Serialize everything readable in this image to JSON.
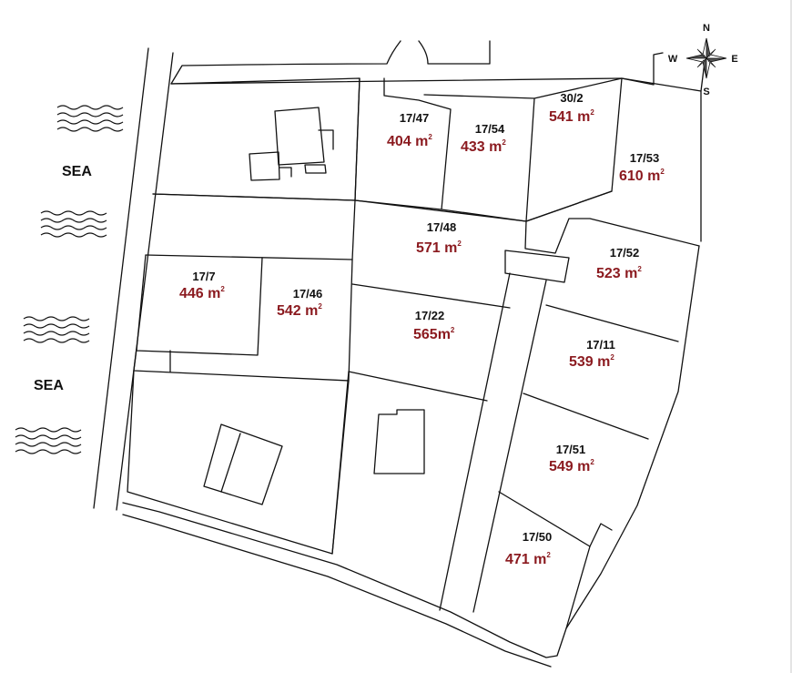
{
  "colors": {
    "area_text": "#8b1a1f",
    "lines": "#111111"
  },
  "compass": {
    "n": "N",
    "s": "S",
    "e": "E",
    "w": "W"
  },
  "sea_labels": [
    "SEA",
    "SEA"
  ],
  "parcels": [
    {
      "id": "17/47",
      "area": "404 m",
      "sup": "2"
    },
    {
      "id": "17/54",
      "area": "433 m",
      "sup": "2"
    },
    {
      "id": "30/2",
      "area": "541 m",
      "sup": "2"
    },
    {
      "id": "17/53",
      "area": "610 m",
      "sup": "2"
    },
    {
      "id": "17/48",
      "area": "571 m",
      "sup": "2"
    },
    {
      "id": "17/52",
      "area": "523 m",
      "sup": "2"
    },
    {
      "id": "17/7",
      "area": "446 m",
      "sup": "2"
    },
    {
      "id": "17/46",
      "area": "542 m",
      "sup": "2"
    },
    {
      "id": "17/22",
      "area": "565m",
      "sup": "2"
    },
    {
      "id": "17/11",
      "area": "539 m",
      "sup": "2"
    },
    {
      "id": "17/51",
      "area": "549 m",
      "sup": "2"
    },
    {
      "id": "17/50",
      "area": "471 m",
      "sup": "2"
    }
  ]
}
